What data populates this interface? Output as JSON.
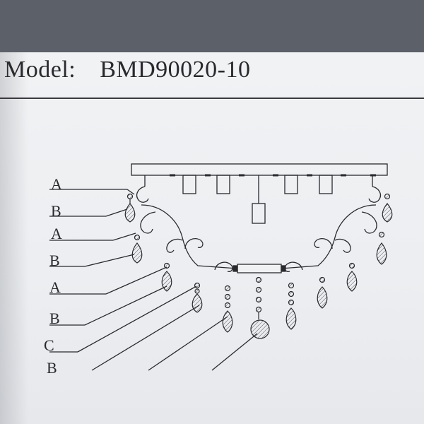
{
  "header": {
    "model_label": "Model:",
    "model_number": "BMD90020-10"
  },
  "part_labels": [
    "A",
    "B",
    "A",
    "B",
    "A",
    "B",
    "C",
    "B"
  ],
  "colors": {
    "paper": "#eceef1",
    "ink": "#2a2a2e",
    "background": "#5c6068"
  }
}
